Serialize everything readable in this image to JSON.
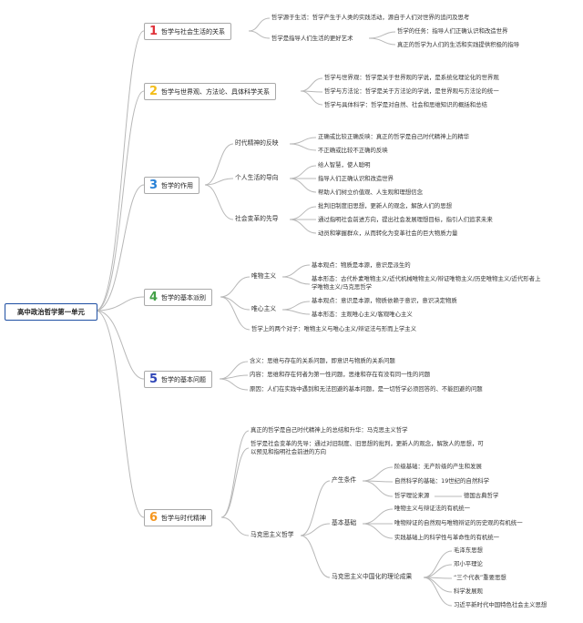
{
  "root": {
    "label": "高中政治哲学第一单元"
  },
  "colors": {
    "line": "#b8b8b8",
    "root_border": "#1e4fa3",
    "node_border": "#a9a9a9"
  },
  "sections": [
    {
      "number": "1",
      "color": "#e0323a",
      "label": "哲学与社会生活的关系",
      "items": [
        "哲学源于生活：哲学产生于人类的实践活动，源自于人们对世界的追问及思考",
        "哲学是指导人们生活的更好艺术",
        "哲学的任务：指导人们正确认识和改造世界",
        "真正的哲学为人们的生活和实践提供积极的指导"
      ]
    },
    {
      "number": "2",
      "color": "#f3bc17",
      "label": "哲学与世界观、方法论、具体科学关系",
      "items": [
        "哲学与世界观：哲学是关于世界观的学说，是系统化理论化的世界观",
        "哲学与方法论：哲学是关于方法论的学说，是世界观与方法论的统一",
        "哲学与具体科学：哲学是对自然、社会和思维知识的概括和总结"
      ]
    },
    {
      "number": "3",
      "color": "#2780d6",
      "label": "哲学的作用",
      "groups": [
        {
          "label": "时代精神的反映",
          "items": [
            "正确或比较正确反映：真正的哲学是自己时代精神上的精华",
            "不正确或比较不正确的反映"
          ]
        },
        {
          "label": "个人生活的导向",
          "items": [
            "给人智慧，使人聪明",
            "指导人们正确认识和改造世界",
            "帮助人们树立价值观、人生观和理想信念"
          ]
        },
        {
          "label": "社会变革的先导",
          "items": [
            "批判旧制度旧思想，更新人的观念，解放人们的思想",
            "通过指明社会前进方向，提出社会发展理想目标，指引人们追求未来",
            "动员和掌握群众，从而转化为变革社会的巨大物质力量"
          ]
        }
      ]
    },
    {
      "number": "4",
      "color": "#43a047",
      "label": "哲学的基本派别",
      "groups": [
        {
          "label": "唯物主义",
          "items": [
            "基本观点：物质是本源，意识是派生的",
            "基本形态：古代朴素唯物主义/近代机械唯物主义/辩证唯物主义/历史唯物主义/近代形者上学唯物主义/马克思哲学"
          ]
        },
        {
          "label": "唯心主义",
          "items": [
            "基本观点：意识是本源，物质依赖于意识，意识决定物质",
            "基本形态：主观唯心主义/客观唯心主义"
          ]
        }
      ],
      "extra": "哲学上的两个对子：唯物主义与唯心主义/辩证法与形而上学主义"
    },
    {
      "number": "5",
      "color": "#2d44b6",
      "label": "哲学的基本问题",
      "items": [
        "含义：思维与存在的关系问题，即意识与物质的关系问题",
        "内容：思维和存在何者为第一性问题，思维和存在有没有同一性的问题",
        "原因：人们在实践中遇到和无法回避的基本问题，是一切哲学必须回答的、不能回避的问题"
      ]
    },
    {
      "number": "6",
      "color": "#f5961e",
      "label": "哲学与时代精神",
      "items": [
        "真正的哲学是自己时代精神上的总结和升华：马克思主义哲学",
        "哲学是社会变革的先导：通过对旧制度、旧思想的批判，更新人的观念，解放人的思想，可以预见和指明社会前进的方向"
      ],
      "marx": {
        "label": "马克思主义哲学",
        "subgroups": [
          {
            "label": "产生条件",
            "items": [
              "阶级基础：无产阶级的产生和发展",
              "自然科学的基础：19世纪的自然科学",
              "哲学理论来源",
              "德国古典哲学"
            ]
          },
          {
            "label": "基本基础",
            "items": [
              "唯物主义与辩证法的有机统一",
              "唯物辩证的自然观与唯物辩证的历史观的有机统一",
              "实践基础上的科学性与革命性的有机统一"
            ]
          },
          {
            "label": "马克思主义中国化的理论成果",
            "items": [
              "毛泽东思想",
              "邓小平理论",
              "“三个代表”重要思想",
              "科学发展观",
              "习近平新时代中国特色社会主义思想"
            ]
          }
        ]
      }
    }
  ]
}
